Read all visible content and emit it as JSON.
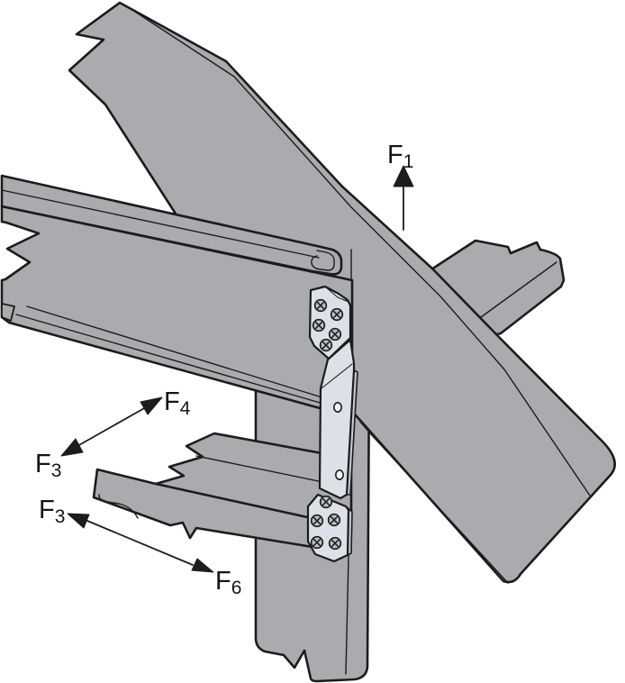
{
  "figure": {
    "kind": "technical-line-illustration",
    "subject": "steel strap connector joining framing members",
    "parts": [
      "rafter-beam",
      "purlin-channel-near",
      "purlin-channel-far",
      "lower-purlin-channel",
      "post",
      "strap-connector",
      "screws"
    ]
  },
  "labels": {
    "f1": {
      "main": "F",
      "sub": "1"
    },
    "f4": {
      "main": "F",
      "sub": "4"
    },
    "f3_upper": {
      "main": "F",
      "sub": "3"
    },
    "f3_lower": {
      "main": "F",
      "sub": "3"
    },
    "f6": {
      "main": "F",
      "sub": "6"
    }
  },
  "colors": {
    "background": "#ffffff",
    "steel": "#a9abae",
    "outline": "#1c1c1c",
    "strap": "#dce1e7",
    "strap_side": "#c2c9d1",
    "screw": "#b9c0c7",
    "hole": "#f0f3f5",
    "label": "#141414"
  }
}
